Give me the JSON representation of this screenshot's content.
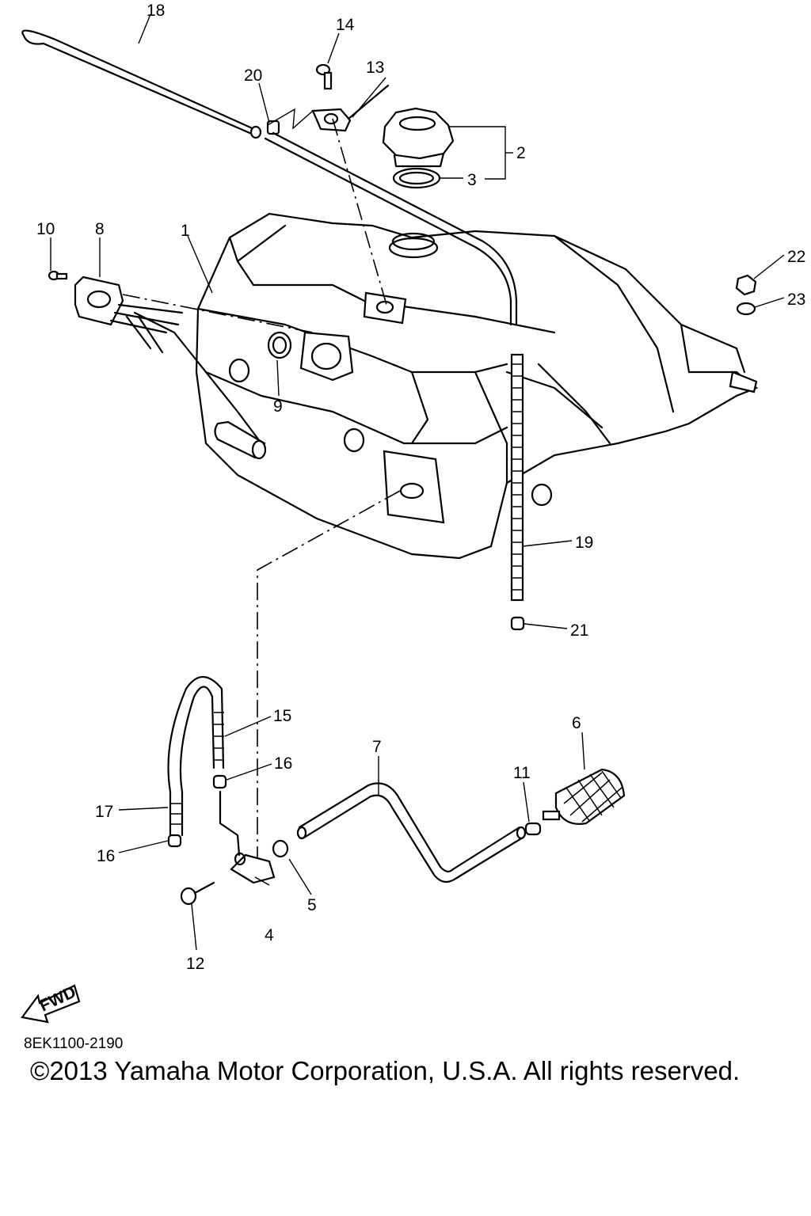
{
  "diagram": {
    "drawing_code": "8EK1100-2190",
    "copyright": "©2013 Yamaha Motor Corporation, U.S.A. All rights reserved.",
    "fwd_label": "FWD",
    "callouts": [
      {
        "num": "1"
      },
      {
        "num": "2"
      },
      {
        "num": "3"
      },
      {
        "num": "4"
      },
      {
        "num": "5"
      },
      {
        "num": "6"
      },
      {
        "num": "7"
      },
      {
        "num": "8"
      },
      {
        "num": "9"
      },
      {
        "num": "10"
      },
      {
        "num": "11"
      },
      {
        "num": "12"
      },
      {
        "num": "13"
      },
      {
        "num": "14"
      },
      {
        "num": "15"
      },
      {
        "num": "16"
      },
      {
        "num": "16"
      },
      {
        "num": "17"
      },
      {
        "num": "18"
      },
      {
        "num": "19"
      },
      {
        "num": "20"
      },
      {
        "num": "21"
      },
      {
        "num": "22"
      },
      {
        "num": "23"
      }
    ]
  }
}
